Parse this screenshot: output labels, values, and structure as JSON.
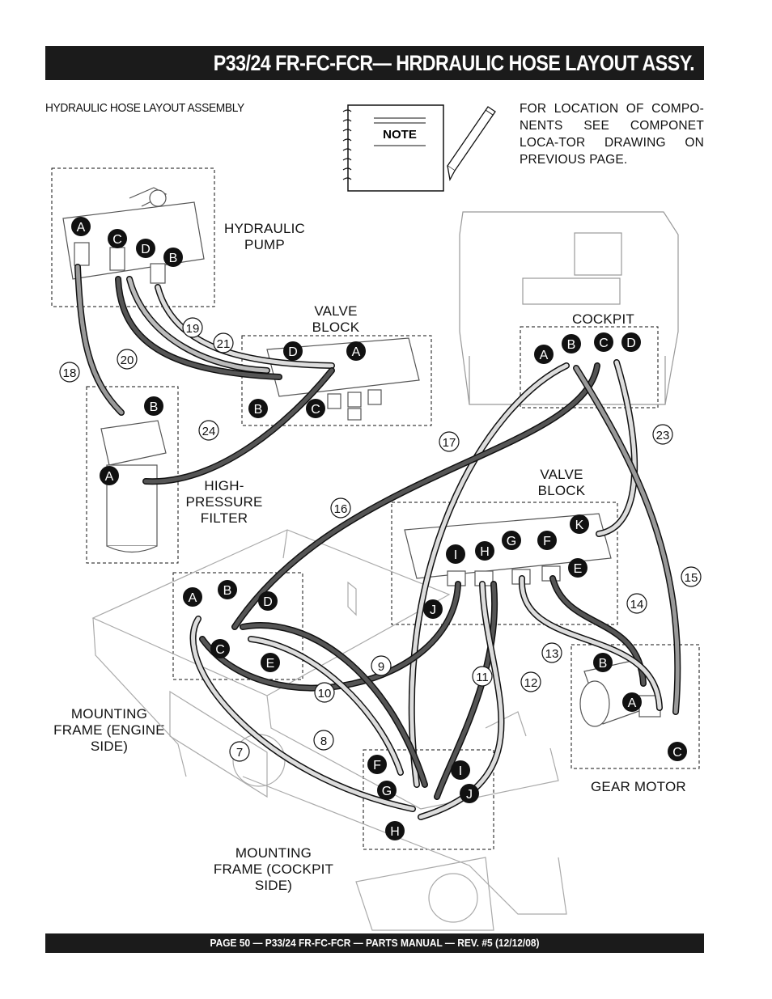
{
  "header": {
    "title": "P33/24 FR-FC-FCR— HRDRAULIC HOSE LAYOUT ASSY."
  },
  "subtitle": "HYDRAULIC HOSE LAYOUT ASSEMBLY",
  "note": {
    "badge": "NOTE",
    "text": "FOR LOCATION OF COMPO-NENTS SEE COMPONET LOCA-TOR DRAWING ON PREVIOUS PAGE."
  },
  "components": {
    "hydraulic_pump": "HYDRAULIC PUMP",
    "valve_block_upper": "VALVE BLOCK",
    "cockpit": "COCKPIT",
    "high_pressure_filter": "HIGH-PRESSURE FILTER",
    "valve_block_lower": "VALVE BLOCK",
    "mounting_frame_engine": "MOUNTING FRAME (ENGINE SIDE)",
    "mounting_frame_cockpit": "MOUNTING FRAME (COCKPIT SIDE)",
    "gear_motor": "GEAR MOTOR"
  },
  "hose_numbers": [
    "7",
    "8",
    "9",
    "10",
    "11",
    "12",
    "13",
    "14",
    "15",
    "16",
    "17",
    "18",
    "19",
    "20",
    "21",
    "23",
    "24"
  ],
  "port_letters": {
    "pump": [
      "A",
      "C",
      "D",
      "B"
    ],
    "valve_upper": [
      "D",
      "A",
      "B",
      "C"
    ],
    "cockpit": [
      "A",
      "B",
      "C",
      "D"
    ],
    "filter": [
      "B",
      "A"
    ],
    "valve_lower": [
      "K",
      "G",
      "F",
      "H",
      "I",
      "E",
      "J"
    ],
    "frame_engine": [
      "A",
      "B",
      "D",
      "C",
      "E"
    ],
    "frame_cockpit": [
      "F",
      "I",
      "G",
      "J",
      "H"
    ],
    "gear_motor": [
      "B",
      "A",
      "C"
    ]
  },
  "footer": "PAGE 50 — P33/24 FR-FC-FCR — PARTS MANUAL — REV. #5 (12/12/08)"
}
